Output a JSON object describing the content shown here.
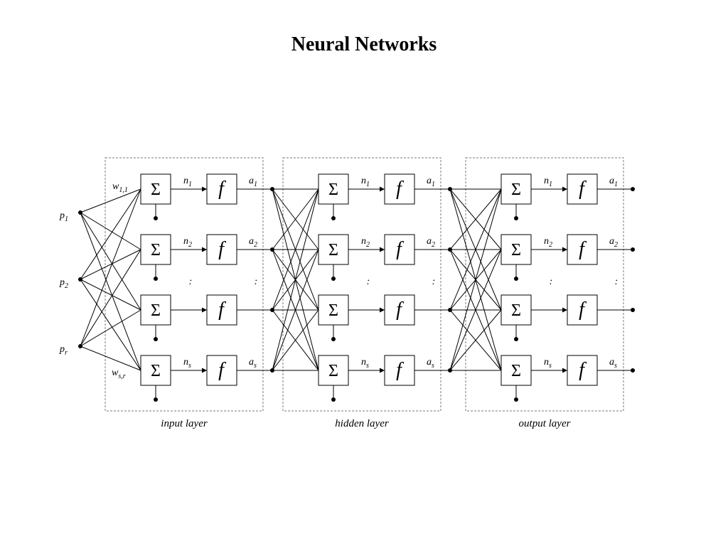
{
  "title": "Neural Networks",
  "symbols": {
    "sum": "Σ",
    "activation": "f",
    "ellipsis": ":"
  },
  "inputs": [
    {
      "base": "p",
      "sub": "1"
    },
    {
      "base": "p",
      "sub": "2"
    },
    {
      "base": "p",
      "sub": "r"
    }
  ],
  "weights": {
    "first": {
      "base": "w",
      "sub": "1,1"
    },
    "last": {
      "base": "w",
      "sub": "s,r"
    }
  },
  "layers": [
    {
      "label": "input layer",
      "neurons": [
        {
          "n": {
            "base": "n",
            "sub": "1"
          },
          "a": {
            "base": "a",
            "sub": "1"
          }
        },
        {
          "n": {
            "base": "n",
            "sub": "2"
          },
          "a": {
            "base": "a",
            "sub": "2"
          }
        },
        {},
        {
          "n": {
            "base": "n",
            "sub": "s"
          },
          "a": {
            "base": "a",
            "sub": "s"
          }
        }
      ]
    },
    {
      "label": "hidden layer",
      "neurons": [
        {
          "n": {
            "base": "n",
            "sub": "1"
          },
          "a": {
            "base": "a",
            "sub": "1"
          }
        },
        {
          "n": {
            "base": "n",
            "sub": "2"
          },
          "a": {
            "base": "a",
            "sub": "2"
          }
        },
        {},
        {
          "n": {
            "base": "n",
            "sub": "s"
          },
          "a": {
            "base": "a",
            "sub": "s"
          }
        }
      ]
    },
    {
      "label": "output layer",
      "neurons": [
        {
          "n": {
            "base": "n",
            "sub": "1"
          },
          "a": {
            "base": "a",
            "sub": "1"
          }
        },
        {
          "n": {
            "base": "n",
            "sub": "2"
          },
          "a": {
            "base": "a",
            "sub": "2"
          }
        },
        {},
        {
          "n": {
            "base": "n",
            "sub": "s"
          },
          "a": {
            "base": "a",
            "sub": "s"
          }
        }
      ]
    }
  ]
}
